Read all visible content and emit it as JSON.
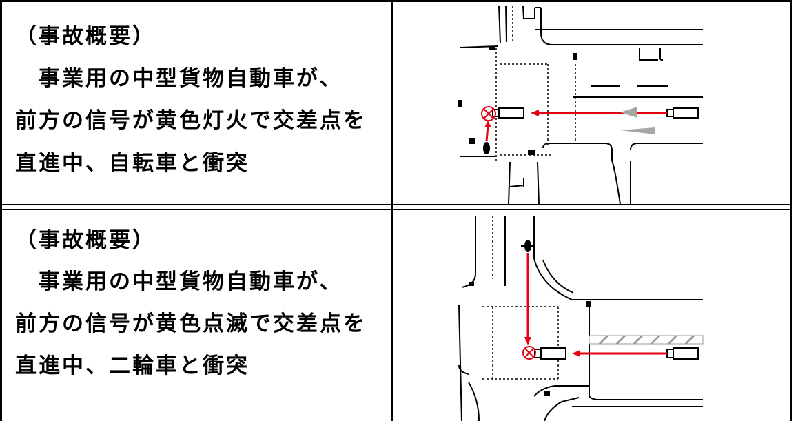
{
  "cases": [
    {
      "heading": "（事故概要）",
      "lines": [
        "　事業用の中型貨物自動車が、",
        "前方の信号が黄色灯火で交差点を",
        "直進中、自転車と衝突"
      ]
    },
    {
      "heading": "（事故概要）",
      "lines": [
        "　事業用の中型貨物自動車が、",
        "前方の信号が黄色点滅で交差点を",
        "直進中、二輪車と衝突"
      ]
    }
  ],
  "colors": {
    "arrow": "#e60012",
    "line": "#000000",
    "pedestrian_arrow": "#a6a6a6",
    "hatch": "#9a9a9a"
  },
  "icons": {
    "vehicle": "truck-icon",
    "other_party_case1": "bicycle-icon",
    "other_party_case2": "motorcycle-icon",
    "collision": "collision-mark-icon"
  }
}
